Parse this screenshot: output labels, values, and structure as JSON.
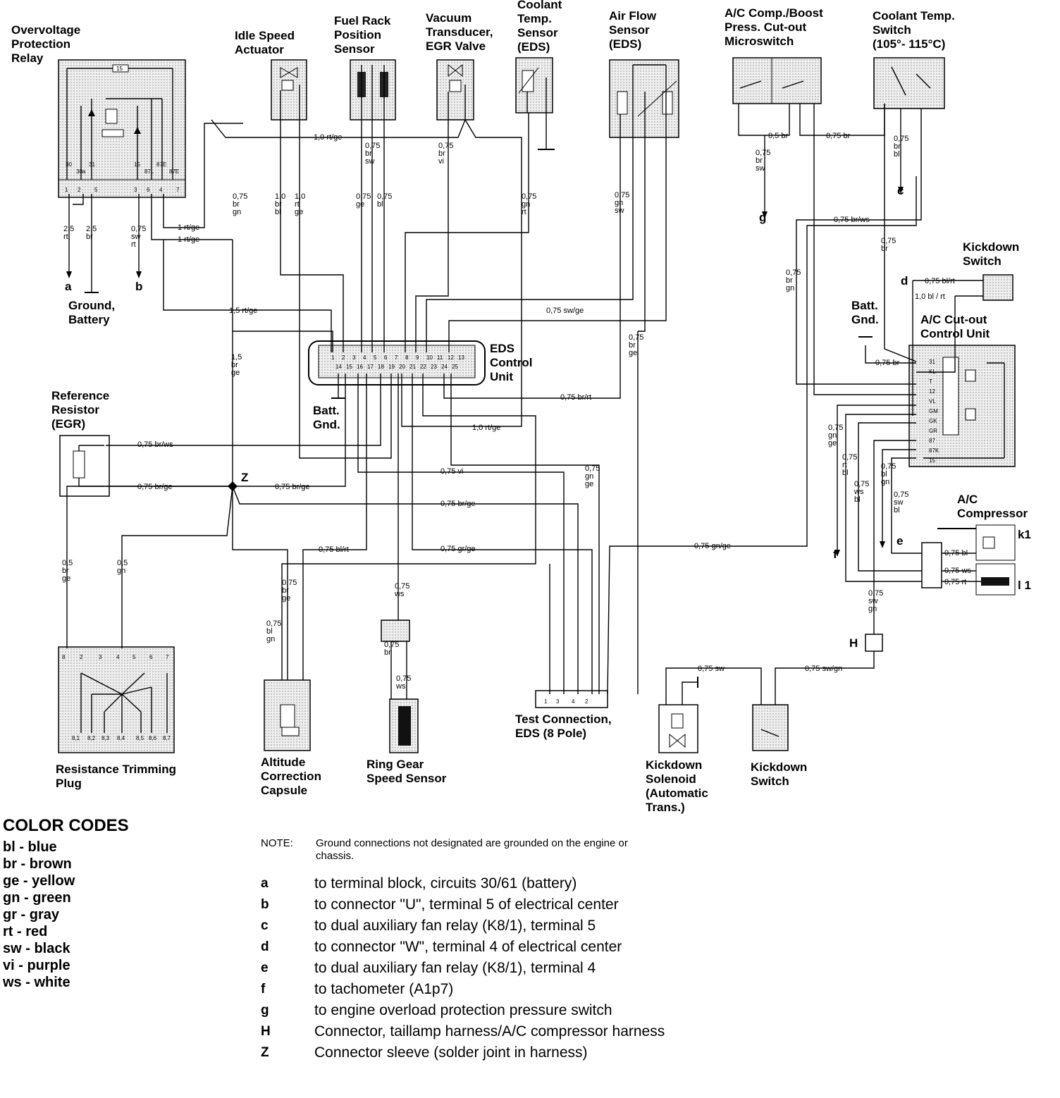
{
  "components": {
    "overvoltage_relay": "Overvoltage\nProtection\nRelay",
    "idle_speed_actuator": "Idle Speed\nActuator",
    "fuel_rack_sensor": "Fuel Rack\nPosition\nSensor",
    "vacuum_transducer": "Vacuum\nTransducer,\nEGR Valve",
    "coolant_temp_sensor": "Coolant\nTemp.\nSensor\n(EDS)",
    "air_flow_sensor": "Air Flow\nSensor\n(EDS)",
    "ac_comp_microswitch": "A/C Comp./Boost\nPress. Cut-out\nMicroswitch",
    "coolant_temp_switch": "Coolant Temp.\nSwitch\n(105°- 115°C)",
    "kickdown_switch_top": "Kickdown\nSwitch",
    "ac_cutout_unit": "A/C Cut-out\nControl Unit",
    "batt_gnd_right": "Batt.\nGnd.",
    "ground_battery": "Ground,\nBattery",
    "eds_control_unit": "EDS\nControl\nUnit",
    "batt_gnd_center": "Batt.\nGnd.",
    "reference_resistor": "Reference\nResistor\n(EGR)",
    "ac_compressor": "A/C\nCompressor",
    "resistance_plug": "Resistance Trimming\nPlug",
    "altitude_capsule": "Altitude\nCorrection\nCapsule",
    "ring_gear_sensor": "Ring Gear\nSpeed Sensor",
    "test_connection": "Test Connection,\nEDS (8 Pole)",
    "kickdown_solenoid": "Kickdown\nSolenoid\n(Automatic\nTrans.)",
    "kickdown_switch_bottom": "Kickdown\nSwitch"
  },
  "wire_labels": {
    "w1": "1,0 rt/ge",
    "w2": "0,75\nbr\nsw",
    "w3": "0,75\nbr\nvi",
    "w4": "0,5 br",
    "w5": "0,75 br",
    "w6": "0,75\nbr\nsw",
    "w7": "0,75\nbr\nbl",
    "w8": "0,75 br/ws",
    "w9": "0,75\nbr",
    "w10": "2,5\nrt",
    "w11": "2,5\nbr",
    "w12": "0,75\nsw\nrt",
    "w13": "1 rt/ge",
    "w14": "1 rt/ge",
    "w15": "0,75\nbr\ngn",
    "w16": "1,0\nbr\nbl",
    "w17": "1,0\nrt\nge",
    "w18": "0,75\nge",
    "w19": "0,75\nbl",
    "w20": "0,75\ngn\nrt",
    "w21": "0,75\ngn\nsw",
    "w22": "0,75\nbr\ngn",
    "w23": "1,5 rt/ge",
    "w24": "0,75 sw/ge",
    "w25": "0,75 bl/rt",
    "w26": "1,0 bl / rt",
    "w27": "1,5\nbr\nge",
    "w28": "0,75\nbr\nge",
    "w29": "0,75 br/rt",
    "w30": "1,0 rt/ge",
    "w31": "0,75 br",
    "w32": "0,75 br/ws",
    "w33": "0,75 br/ge",
    "w34": "0,75 br/ge",
    "w35": "0,75 vi",
    "w36": "0,75 br/ge",
    "w37": "0,75\ngn\nge",
    "w38": "0,75 bl/rt",
    "w39": "0,75 gr/ge",
    "w40": "0,75 gn/ge",
    "w41": "0,75\ngn\nge",
    "w42": "0,75\nrt\nbl",
    "w43": "0,75\nws\nbl",
    "w44": "0,75\nbl\ngn",
    "w45": "0,75\nsw\nbl",
    "w46": "0,75 bl",
    "w47": "0,75 ws",
    "w48": "0,75 rt",
    "w49": "0,75\nsw\ngn",
    "w50": "0,5\nbr\nge",
    "w51": "0,5\ngn",
    "w52": "0,75\nbr\nge",
    "w53": "0,75\nbl\ngn",
    "w54": "0,75\nws",
    "w55": "0,75\nbr",
    "w56": "0,75\nws",
    "w57": "0,75 sw",
    "w58": "0,75 sw/gn"
  },
  "refs": {
    "a": "a",
    "b": "b",
    "c": "c",
    "d": "d",
    "e": "e",
    "f": "f",
    "g": "g",
    "H": "H",
    "Z": "Z",
    "k1": "k1",
    "l1": "l 1"
  },
  "pins": {
    "relay": [
      "30",
      "30a",
      "31",
      "15",
      "87L",
      "87E",
      "87E"
    ],
    "relay_nums": [
      "1",
      "2",
      "5",
      "3",
      "6",
      "4",
      "7"
    ],
    "relay_fuse": "15",
    "eds_top": [
      "1",
      "2",
      "3",
      "4",
      "5",
      "6",
      "7",
      "8",
      "9",
      "10",
      "11",
      "12",
      "13"
    ],
    "eds_bottom": [
      "14",
      "15",
      "16",
      "17",
      "18",
      "19",
      "20",
      "21",
      "22",
      "23",
      "24",
      "25"
    ],
    "ac_unit": [
      "31",
      "KL",
      "T",
      "12",
      "VL",
      "GM",
      "GK",
      "GR",
      "87",
      "87K",
      "15"
    ],
    "test_conn": [
      "1",
      "3",
      "4",
      "2"
    ],
    "plug_top": [
      "8",
      "2",
      "3",
      "4",
      "5",
      "6",
      "7"
    ],
    "plug_bottom": [
      "8,1",
      "8,2",
      "8,3",
      "8,4",
      "8,5",
      "8,6",
      "8,7"
    ]
  },
  "color_codes": {
    "title": "COLOR CODES",
    "items": [
      "bl - blue",
      "br - brown",
      "ge - yellow",
      "gn - green",
      "gr - gray",
      "rt - red",
      "sw - black",
      "vi - purple",
      "ws - white"
    ]
  },
  "note": {
    "label": "NOTE:",
    "text": "Ground connections not designated are grounded on the engine or chassis."
  },
  "legend": [
    {
      "key": "a",
      "text": "to terminal block, circuits 30/61 (battery)"
    },
    {
      "key": "b",
      "text": "to connector \"U\", terminal 5 of electrical center"
    },
    {
      "key": "c",
      "text": "to dual auxiliary fan relay (K8/1), terminal 5"
    },
    {
      "key": "d",
      "text": "to connector \"W\", terminal 4 of electrical center"
    },
    {
      "key": "e",
      "text": "to dual auxiliary fan relay (K8/1), terminal 4"
    },
    {
      "key": "f",
      "text": "to tachometer (A1p7)"
    },
    {
      "key": "g",
      "text": "to engine overload protection pressure switch"
    },
    {
      "key": "H",
      "text": "Connector, taillamp harness/A/C compressor harness"
    },
    {
      "key": "Z",
      "text": "Connector sleeve (solder joint in harness)"
    }
  ]
}
